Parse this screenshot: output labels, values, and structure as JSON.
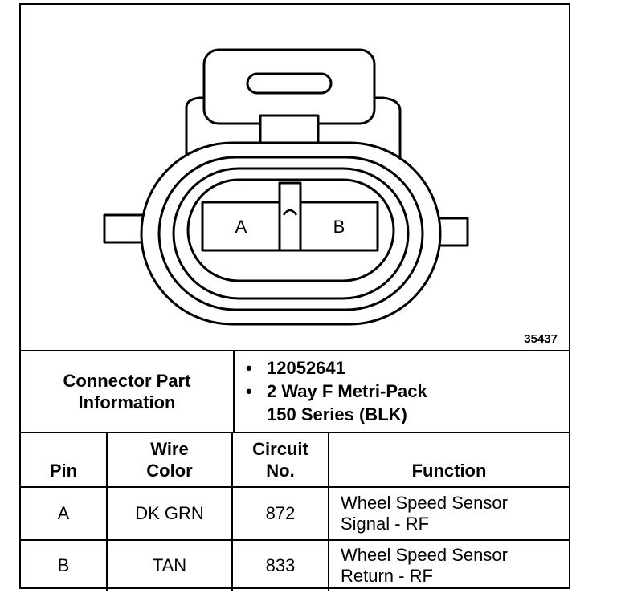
{
  "figure": {
    "number": "35437",
    "pin_labels": [
      "A",
      "B"
    ]
  },
  "connector_info": {
    "label_line1": "Connector Part",
    "label_line2": "Information",
    "items": [
      {
        "line1": "12052641",
        "line2": ""
      },
      {
        "line1": "2 Way F Metri-Pack",
        "line2": "150 Series (BLK)"
      }
    ]
  },
  "table": {
    "headers": {
      "pin": [
        "",
        "Pin"
      ],
      "wire_color": [
        "Wire",
        "Color"
      ],
      "circuit": [
        "Circuit",
        "No."
      ],
      "function": [
        "",
        "Function"
      ]
    },
    "rows": [
      {
        "pin": "A",
        "wire_color": "DK GRN",
        "circuit": "872",
        "function_line1": "Wheel Speed Sensor",
        "function_line2": "Signal - RF"
      },
      {
        "pin": "B",
        "wire_color": "TAN",
        "circuit": "833",
        "function_line1": "Wheel Speed Sensor",
        "function_line2": "Return - RF"
      }
    ]
  }
}
